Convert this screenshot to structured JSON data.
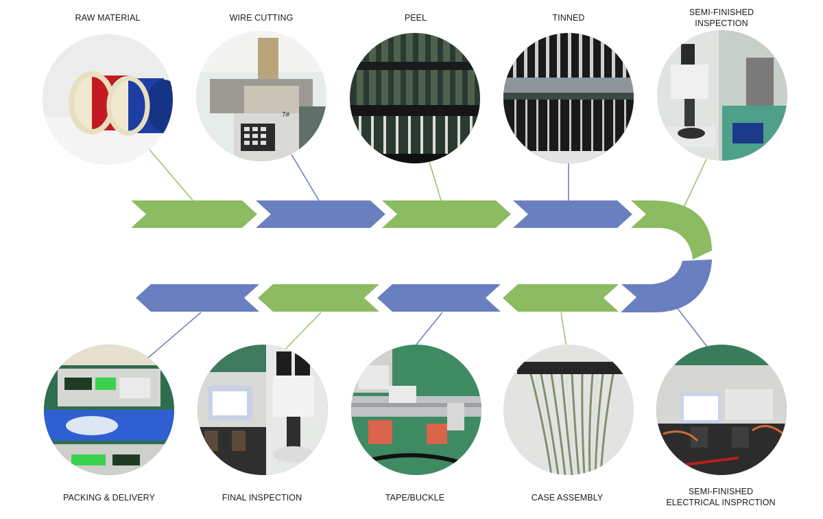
{
  "colors": {
    "green": "#8dbb62",
    "blue": "#6a7fbf",
    "connector_green": "#9ac46e",
    "connector_blue": "#6f7fbd"
  },
  "steps_top": [
    {
      "label": "RAW MATERIAL",
      "photo": "wire-spools"
    },
    {
      "label": "WIRE CUTTING",
      "photo": "cutting-machine"
    },
    {
      "label": "PEEL",
      "photo": "stripped-wires"
    },
    {
      "label": "TINNED",
      "photo": "tinned-wires"
    },
    {
      "label": "SEMI-FINISHED\nINSPECTION",
      "photo": "microscope-station"
    }
  ],
  "steps_bottom": [
    {
      "label": "PACKING & DELIVERY",
      "photo": "scale-packing"
    },
    {
      "label": "FINAL INSPECTION",
      "photo": "microscope-tester"
    },
    {
      "label": "TAPE/BUCKLE",
      "photo": "assembly-fixture"
    },
    {
      "label": "CASE ASSEMBLY",
      "photo": "wire-harness"
    },
    {
      "label": "SEMI-FINISHED\nELECTRICAL INSPRCTION",
      "photo": "electrical-tester"
    }
  ]
}
